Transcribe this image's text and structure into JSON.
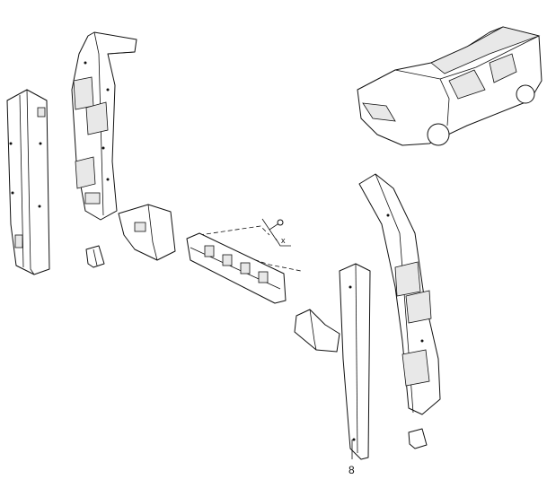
{
  "diagram": {
    "callouts": [
      {
        "label": "8",
        "target": "b-pillar-outer-strip"
      }
    ],
    "screw_axis_label": "x"
  }
}
